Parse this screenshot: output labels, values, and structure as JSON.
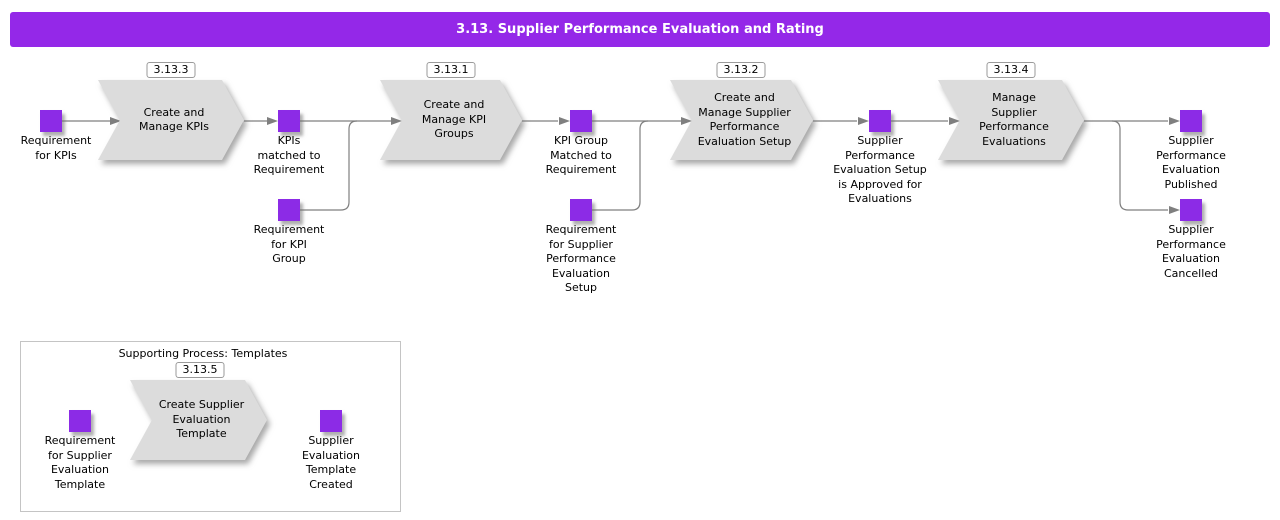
{
  "title": "3.13. Supplier Performance Evaluation and Rating",
  "colors": {
    "banner": "#9428e8",
    "event": "#8c2be6",
    "process": "#dcdcdc",
    "line": "#7f7f7f",
    "border": "#c4c4c4"
  },
  "main": {
    "events": [
      {
        "label": "Requirement\nfor KPIs"
      },
      {
        "label": "KPIs\nmatched to\nRequirement"
      },
      {
        "label": "Requirement\nfor KPI\nGroup"
      },
      {
        "label": "KPI Group\nMatched to\nRequirement"
      },
      {
        "label": "Requirement\nfor Supplier\nPerformance\nEvaluation\nSetup"
      },
      {
        "label": "Supplier\nPerformance\nEvaluation Setup\nis Approved for\nEvaluations"
      },
      {
        "label": "Supplier\nPerformance\nEvaluation\nPublished"
      },
      {
        "label": "Supplier\nPerformance\nEvaluation\nCancelled"
      }
    ],
    "processes": [
      {
        "number": "3.13.3",
        "label": "Create and\nManage KPIs"
      },
      {
        "number": "3.13.1",
        "label": "Create and\nManage KPI\nGroups"
      },
      {
        "number": "3.13.2",
        "label": "Create and\nManage Supplier\nPerformance\nEvaluation Setup"
      },
      {
        "number": "3.13.4",
        "label": "Manage\nSupplier\nPerformance\nEvaluations"
      }
    ]
  },
  "supporting": {
    "title": "Supporting Process: Templates",
    "events": [
      {
        "label": "Requirement\nfor Supplier\nEvaluation\nTemplate"
      },
      {
        "label": "Supplier\nEvaluation\nTemplate\nCreated"
      }
    ],
    "processes": [
      {
        "number": "3.13.5",
        "label": "Create Supplier\nEvaluation\nTemplate"
      }
    ]
  }
}
